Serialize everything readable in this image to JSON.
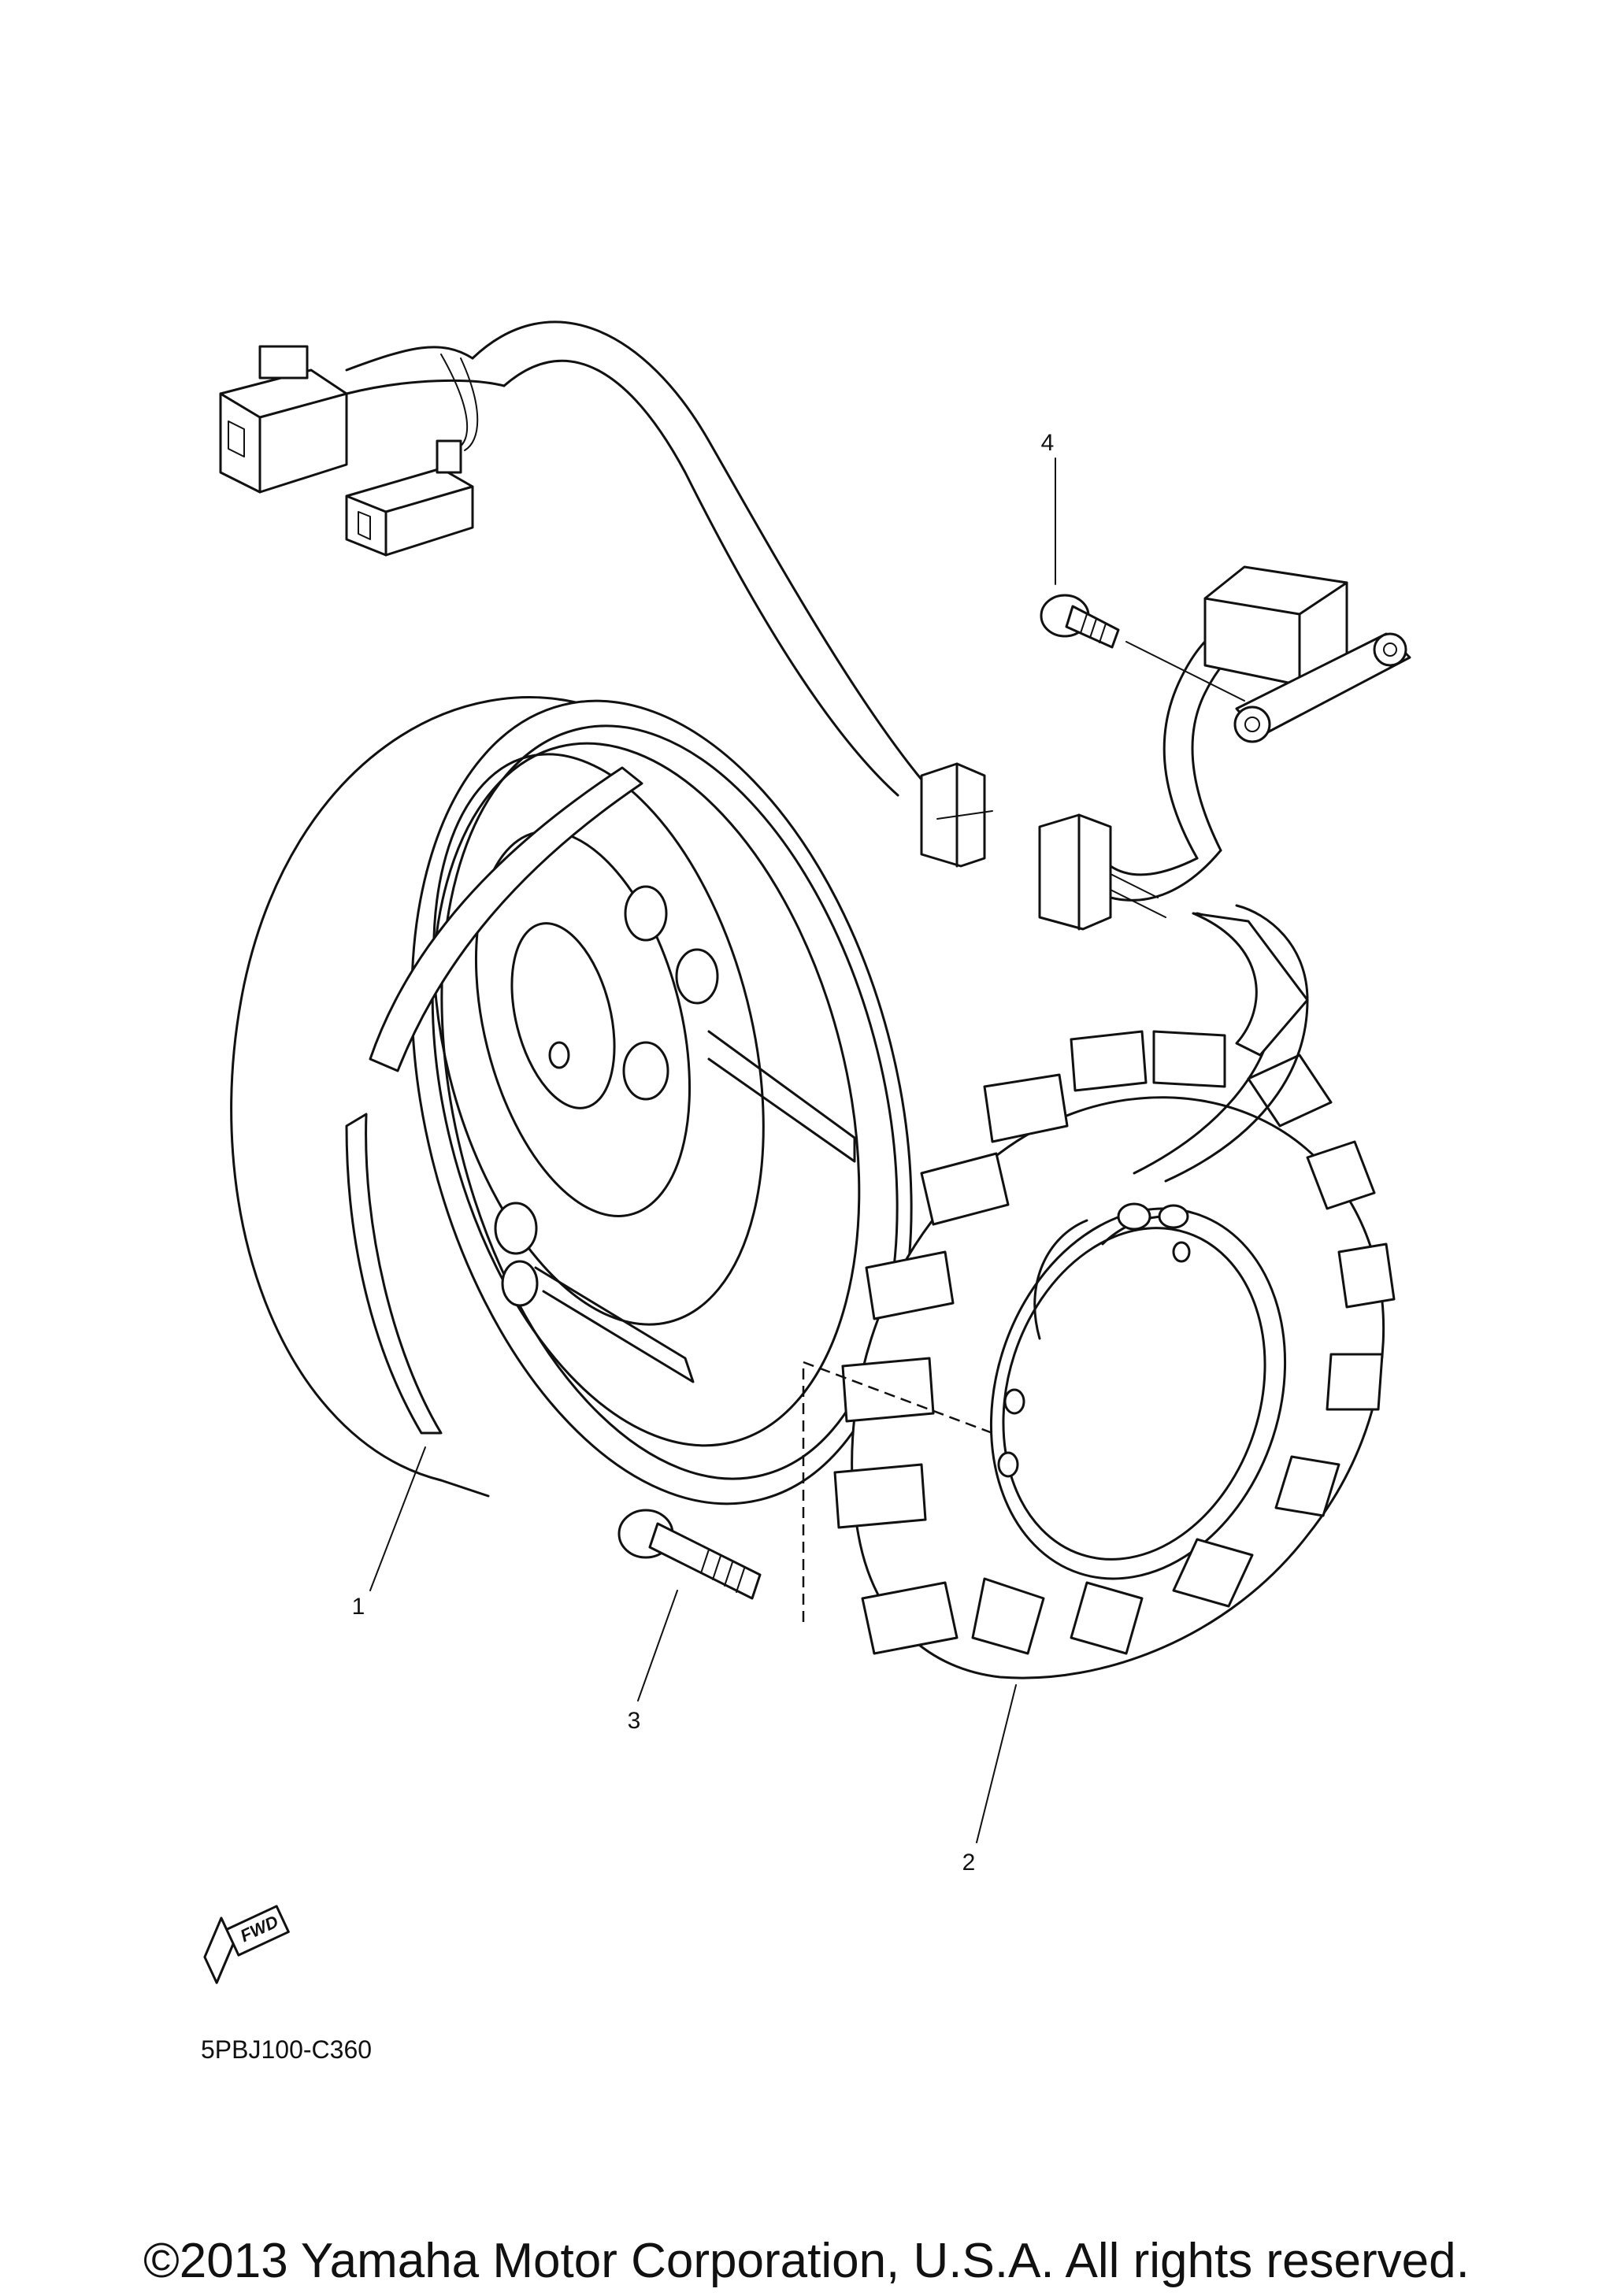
{
  "parts": [
    {
      "callout": "1",
      "part": "rotor-assembly"
    },
    {
      "callout": "2",
      "part": "stator-assembly"
    },
    {
      "callout": "3",
      "part": "stator-bolt"
    },
    {
      "callout": "4",
      "part": "pickup-coil-screw"
    }
  ],
  "diagram_code": "5PBJ100-C360",
  "fwd_label": "FWD",
  "copyright": "©2013 Yamaha Motor Corporation, U.S.A. All rights reserved."
}
